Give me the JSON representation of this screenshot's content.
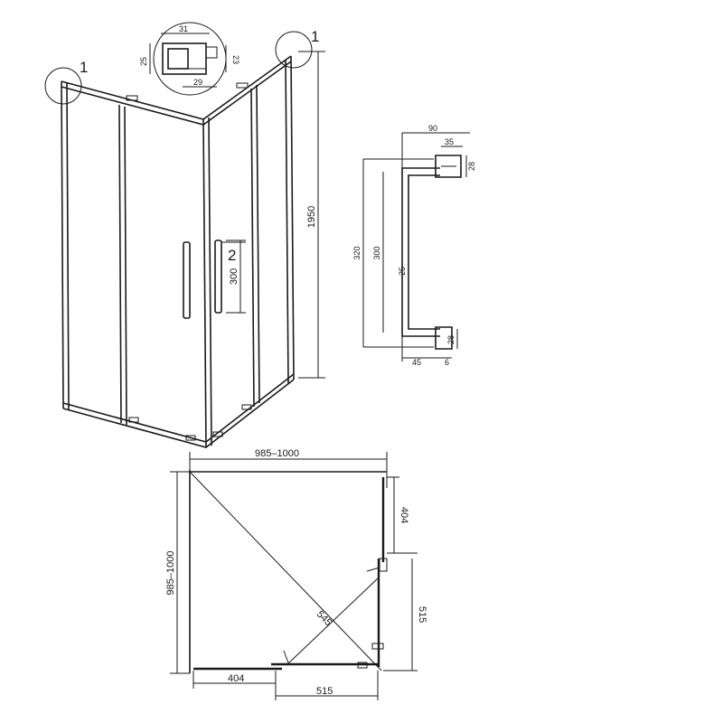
{
  "callouts": {
    "detail_left": "1",
    "detail_right": "1",
    "handle": "2"
  },
  "detail_dims": {
    "top_width": "31",
    "left_height": "25",
    "right_height": "23",
    "bottom_width": "29"
  },
  "enclosure_dims": {
    "height": "1950",
    "handle_length": "300"
  },
  "handle_dims": {
    "depth": "90",
    "mount_width": "35",
    "mount_height_top": "28",
    "overall_length": "320",
    "center_distance": "300",
    "grip_diameter": "25",
    "mount_height_bottom": "28",
    "base_width": "45",
    "wall_gap": "6"
  },
  "plan_dims": {
    "width": "985–1000",
    "depth": "985–1000",
    "fixed_bottom": "404",
    "door_bottom": "515",
    "fixed_right": "404",
    "door_right": "515",
    "diagonal": "545"
  }
}
